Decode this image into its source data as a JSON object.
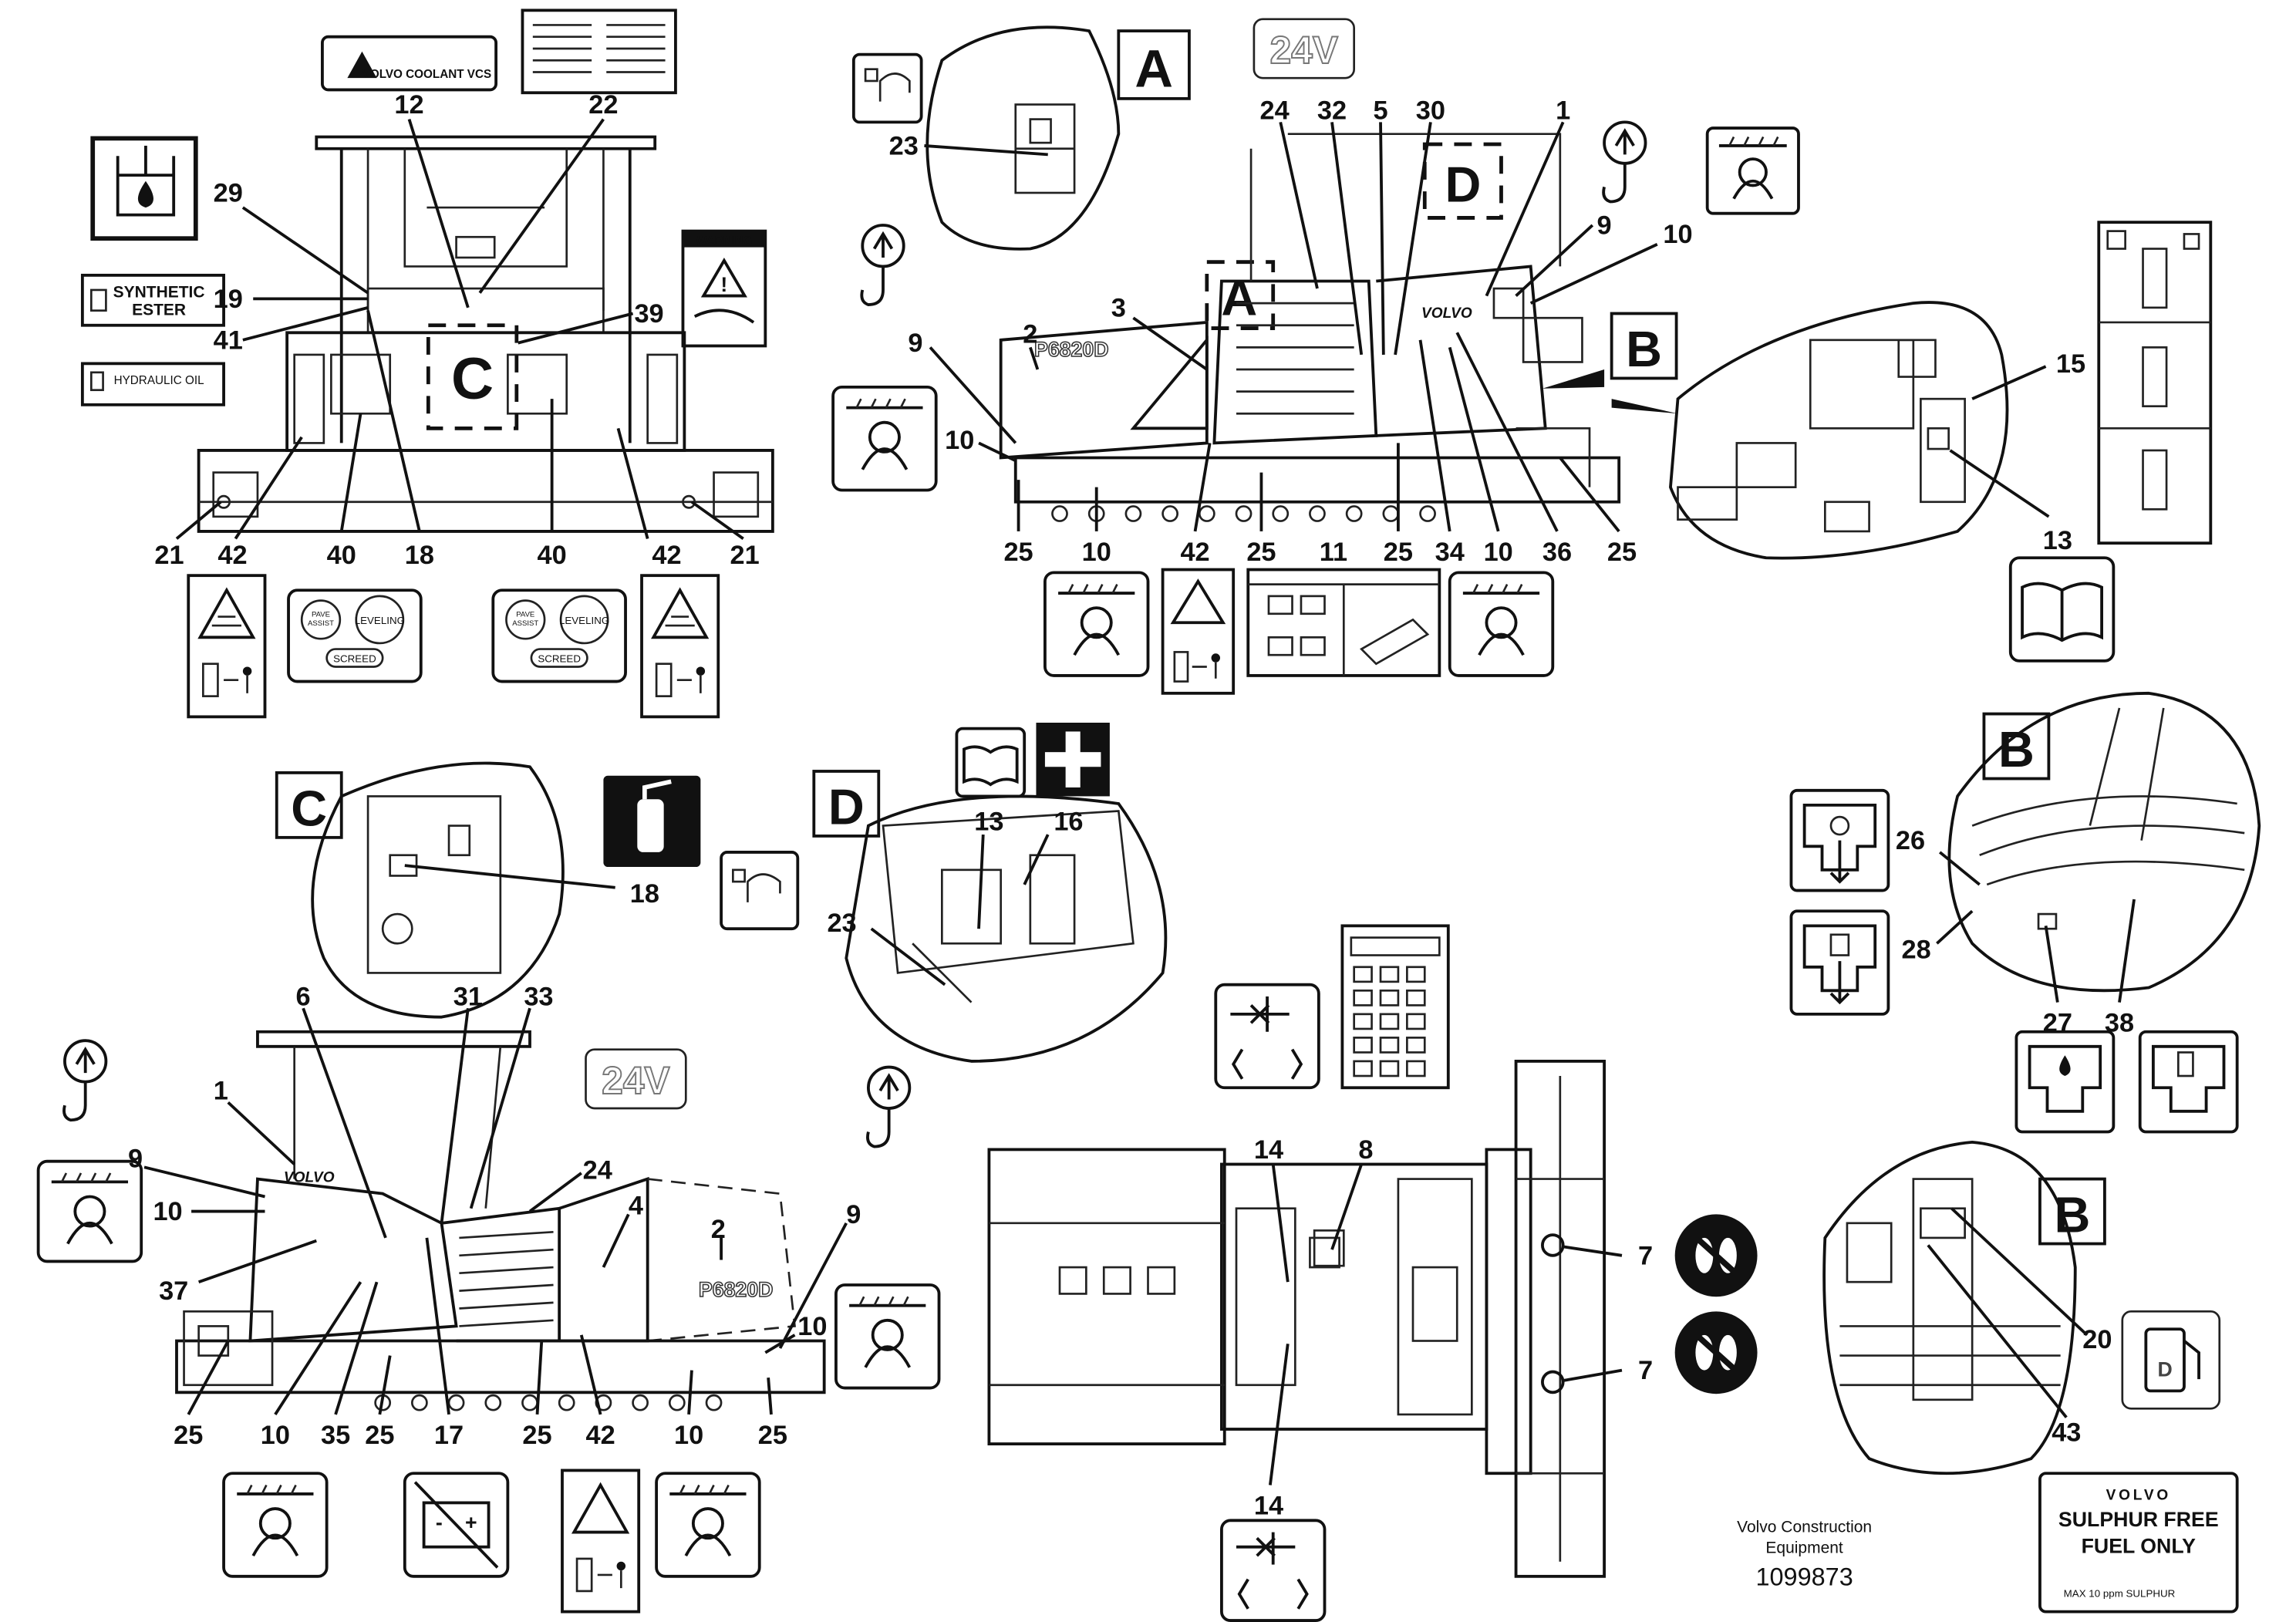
{
  "boxes": {
    "A": "A",
    "B": "B",
    "C": "C",
    "D": "D"
  },
  "voltage": "24V",
  "model_badge": "P6820D",
  "brand": "VOLVO",
  "decals": {
    "coolant": "VOLVO COOLANT VCS",
    "synthetic_line1": "SYNTHETIC",
    "synthetic_line2": "ESTER",
    "hydraulic_oil": "HYDRAULIC OIL",
    "warning": "WARNING",
    "pave_assist": "PAVE ASSIST",
    "leveling": "LEVELING",
    "screed": "SCREED",
    "sulphur_brand": "VOLVO",
    "sulphur_line1": "SULPHUR FREE",
    "sulphur_line2": "FUEL ONLY",
    "sulphur_note": "MAX 10 ppm SULPHUR",
    "fuel_letter": "D"
  },
  "callouts": {
    "top_left": [
      "12",
      "22",
      "29",
      "19",
      "39",
      "41",
      "21",
      "42",
      "40",
      "18",
      "40",
      "42",
      "21"
    ],
    "top_mid": [
      "23",
      "24",
      "32",
      "5",
      "30",
      "1",
      "9",
      "10",
      "3",
      "2",
      "9",
      "10",
      "25",
      "10",
      "42",
      "25",
      "11",
      "25",
      "34",
      "10",
      "36",
      "25"
    ],
    "top_right": [
      "15",
      "13"
    ],
    "mid_left": [
      "18"
    ],
    "mid_mid": [
      "13",
      "16",
      "23"
    ],
    "mid_right": [
      "26",
      "28",
      "27",
      "38"
    ],
    "bottom_left": [
      "6",
      "31",
      "33",
      "1",
      "9",
      "10",
      "37",
      "24",
      "4",
      "2",
      "9",
      "10",
      "25",
      "10",
      "35",
      "25",
      "17",
      "25",
      "42",
      "10",
      "25"
    ],
    "bottom_mid": [
      "14",
      "8",
      "7",
      "7",
      "14"
    ],
    "bottom_right": [
      "20",
      "43"
    ]
  },
  "footer": {
    "company_line1": "Volvo Construction",
    "company_line2": "Equipment",
    "doc_number": "1099873"
  }
}
